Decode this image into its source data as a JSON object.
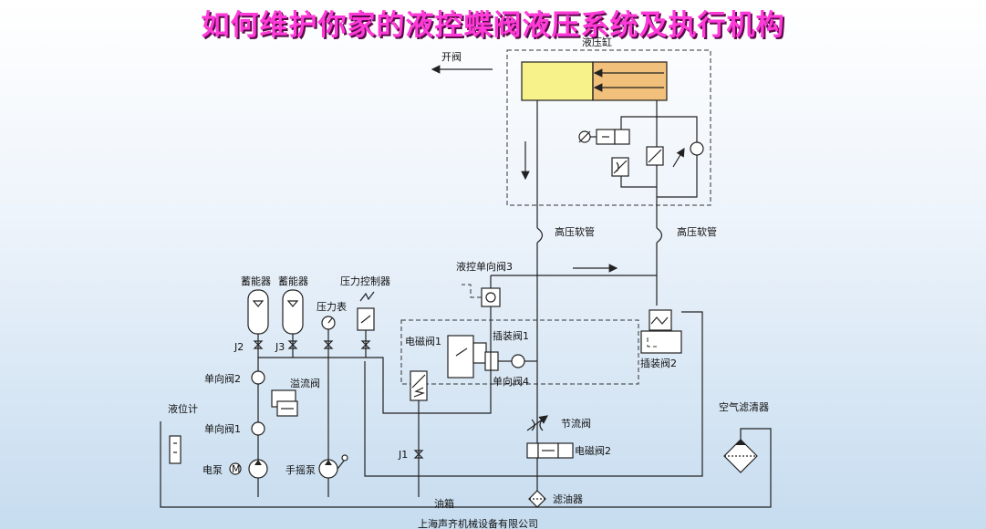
{
  "title": "如何维护你家的液控蝶阀液压系统及执行机构",
  "footer": "上海声齐机械设备有限公司",
  "colors": {
    "title": "#ff3ad8",
    "cylinder_left": "#f7f28a",
    "cylinder_right": "#f1c07a"
  },
  "labels": {
    "open_valve": "开阀",
    "cylinder": "液压缸",
    "hose_left": "高压软管",
    "hose_right": "高压软管",
    "pilot_check_3": "液控单向阀3",
    "accumulator_1": "蓄能器",
    "accumulator_2": "蓄能器",
    "pressure_controller": "压力控制器",
    "pressure_gauge": "压力表",
    "j2": "J2",
    "j3": "J3",
    "solenoid_1": "电磁阀1",
    "cartridge_1": "插装阀1",
    "cartridge_2": "插装阀2",
    "check_valve_2": "单向阀2",
    "relief_valve": "溢流阀",
    "check_valve_4": "单向阀4",
    "level_gauge": "液位计",
    "air_filter": "空气滤清器",
    "check_valve_1": "单向阀1",
    "throttle_valve": "节流阀",
    "electric_pump": "电泵",
    "hand_pump": "手摇泵",
    "j1": "J1",
    "solenoid_2": "电磁阀2",
    "tank": "油箱",
    "oil_filter": "滤油器"
  }
}
